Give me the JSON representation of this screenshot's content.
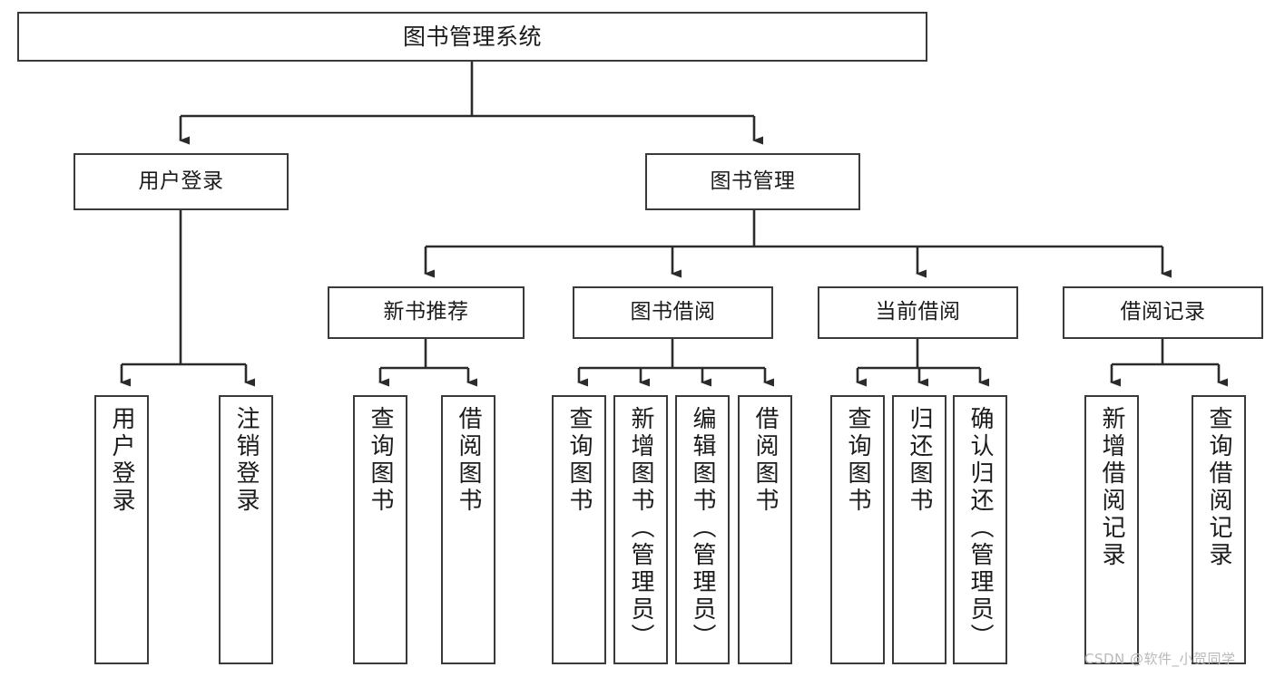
{
  "diagram": {
    "title": "图书管理系统",
    "orientation": "top-down tree",
    "watermark": "CSDN @软件_小贺同学",
    "colors": {
      "background": "#ffffff",
      "box_border": "#3a3a3a",
      "box_fill": "#ffffff",
      "text": "#1b1b1b",
      "connector": "#2b2b2b",
      "watermark": "#b9b9b9"
    },
    "nodes": {
      "root": {
        "label": "图书管理系统"
      },
      "level2": [
        {
          "id": "user-login",
          "label": "用户登录"
        },
        {
          "id": "book-manage",
          "label": "图书管理"
        }
      ],
      "level3": [
        {
          "id": "new-book-rec",
          "label": "新书推荐"
        },
        {
          "id": "book-borrow",
          "label": "图书借阅"
        },
        {
          "id": "current-borrow",
          "label": "当前借阅"
        },
        {
          "id": "borrow-record",
          "label": "借阅记录"
        }
      ],
      "leaves": {
        "user-login": [
          {
            "id": "leaf-user-login",
            "label": "用户登录"
          },
          {
            "id": "leaf-logout",
            "label": "注销登录"
          }
        ],
        "new-book-rec": [
          {
            "id": "leaf-query-book-1",
            "label": "查询图书"
          },
          {
            "id": "leaf-borrow-book-1",
            "label": "借阅图书"
          }
        ],
        "book-borrow": [
          {
            "id": "leaf-query-book-2",
            "label": "查询图书"
          },
          {
            "id": "leaf-add-book",
            "label": "新增图书（管理员）"
          },
          {
            "id": "leaf-edit-book",
            "label": "编辑图书（管理员）"
          },
          {
            "id": "leaf-borrow-book-2",
            "label": "借阅图书"
          }
        ],
        "current-borrow": [
          {
            "id": "leaf-query-book-3",
            "label": "查询图书"
          },
          {
            "id": "leaf-return-book",
            "label": "归还图书"
          },
          {
            "id": "leaf-confirm-return",
            "label": "确认归还（管理员）"
          }
        ],
        "borrow-record": [
          {
            "id": "leaf-add-record",
            "label": "新增借阅记录"
          },
          {
            "id": "leaf-query-record",
            "label": "查询借阅记录"
          }
        ]
      }
    }
  }
}
